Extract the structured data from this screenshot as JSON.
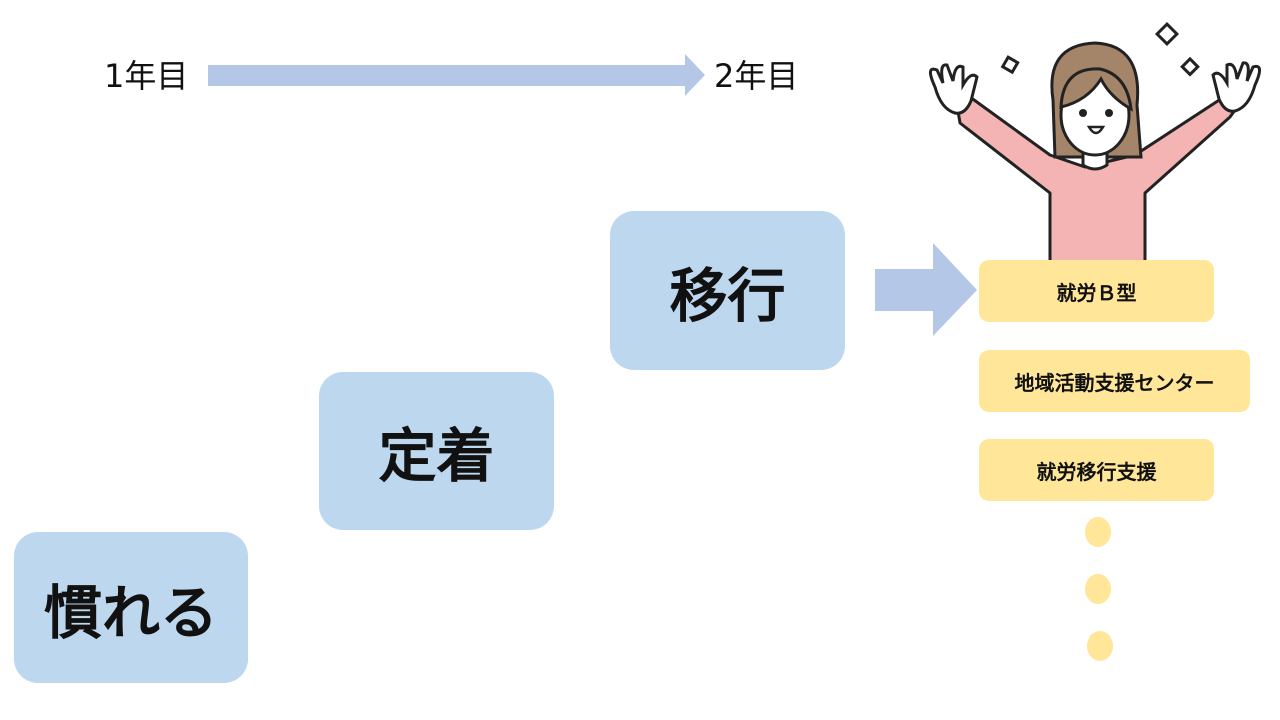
{
  "timeline": {
    "start_label": "1年目",
    "end_label": "2年目"
  },
  "steps": [
    {
      "label": "慣れる"
    },
    {
      "label": "定着"
    },
    {
      "label": "移行"
    }
  ],
  "destinations": [
    {
      "label": "就労Ｂ型"
    },
    {
      "label": "地域活動支援センター"
    },
    {
      "label": "就労移行支援"
    }
  ],
  "colors": {
    "step_fill": "#bdd7ee",
    "arrow_fill": "#b4c7e7",
    "destination_fill": "#ffe699",
    "person_shirt": "#f4b4b4",
    "person_hair": "#a5856a"
  }
}
